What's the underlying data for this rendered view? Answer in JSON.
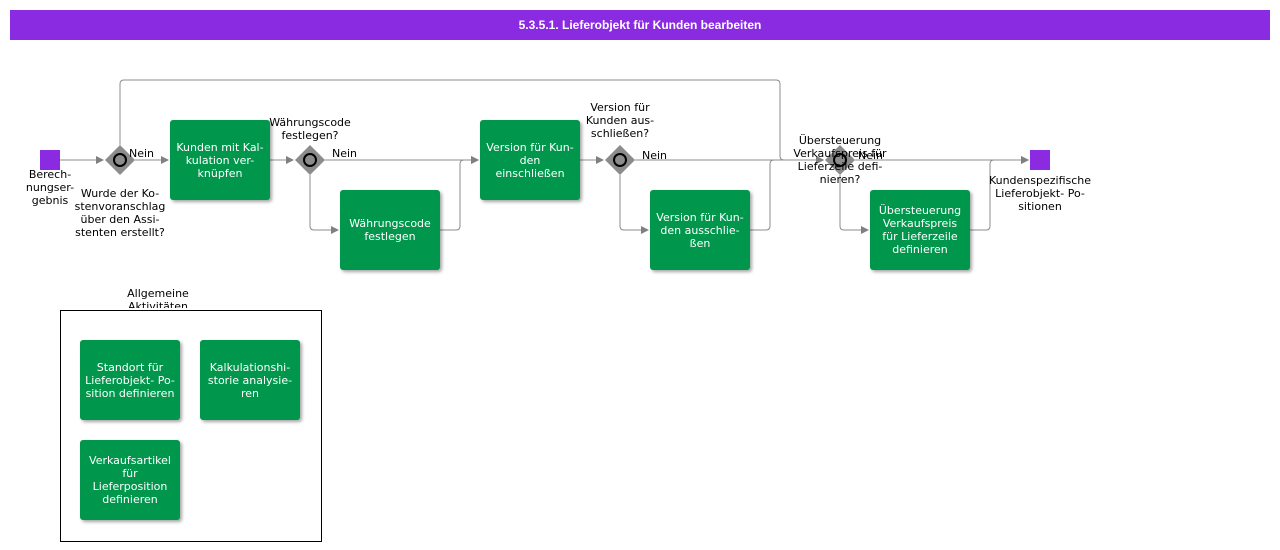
{
  "title": "5.3.5.1. Lieferobjekt für Kunden bearbeiten",
  "events": {
    "start_label": "Berech-\nnungser-\ngebnis",
    "end_label": "Kundenspezifische\nLieferobjekt- Po-\nsitionen"
  },
  "gateways": {
    "g1_question": "Wurde der Ko-\nstenvoranschlag\nüber den Assi-\nstenten erstellt?",
    "g2_question": "Währungscode\nfestlegen?",
    "g3_question": "Version für\nKunden aus-\nschließen?",
    "g4_question": "Übersteuerung\nVerkaufspreis für\nLieferzeile defi-\nnieren?",
    "no_label": "Nein"
  },
  "tasks": {
    "link_customer": "Kunden mit Kal-\nkulation ver-\nknüpfen",
    "set_currency": "Währungscode\nfestlegen",
    "include_version": "Version für Kun-\nden einschließen",
    "exclude_version": "Version für Kun-\nden ausschlie-\nßen",
    "override_price": "Übersteuerung\nVerkaufspreis\nfür Lieferzeile\ndefinieren"
  },
  "group": {
    "label": "Allgemeine\nAktivitäten",
    "tasks": {
      "location": "Standort für\nLieferobjekt- Po-\nsition definieren",
      "history": "Kalkulationshi-\nstorie analysie-\nren",
      "sales_item": "Verkaufsartikel\nfür Lieferposition\ndefinieren"
    }
  },
  "colors": {
    "title_bar": "#8a2be2",
    "event": "#8a2be2",
    "task": "#00964b",
    "gateway": "#8c8c8c",
    "flow": "#8c8c8c"
  }
}
